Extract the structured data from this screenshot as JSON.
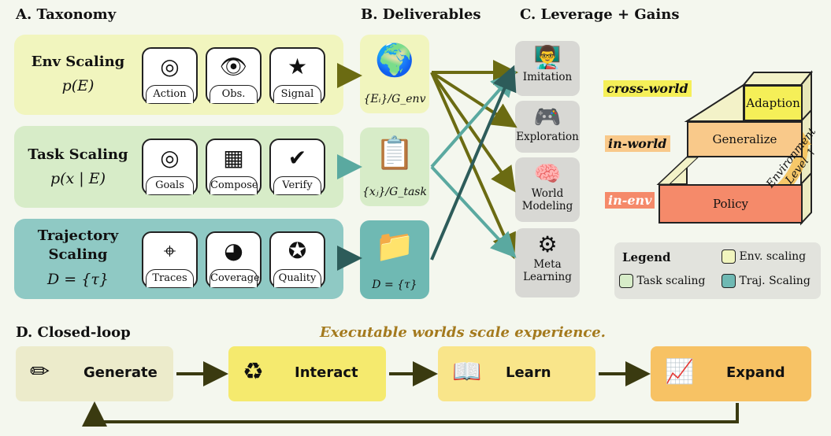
{
  "sections": {
    "a": "A. Taxonomy",
    "b": "B. Deliverables",
    "c": "C. Leverage + Gains",
    "d": "D. Closed-loop"
  },
  "rows": [
    {
      "label": "Env Scaling",
      "formula": "p(E)",
      "tiles": [
        {
          "label": "Action",
          "icon": "target-cursor-icon",
          "glyph": "◎"
        },
        {
          "label": "Obs.",
          "icon": "eye-icon",
          "glyph": "👁"
        },
        {
          "label": "Signal",
          "icon": "rating-message-icon",
          "glyph": "★"
        }
      ]
    },
    {
      "label": "Task Scaling",
      "formula": "p(x | E)",
      "tiles": [
        {
          "label": "Goals",
          "icon": "goal-target-icon",
          "glyph": "◎"
        },
        {
          "label": "Compose",
          "icon": "puzzle-icon",
          "glyph": "▦"
        },
        {
          "label": "Verify",
          "icon": "verified-badge-icon",
          "glyph": "✔"
        }
      ]
    },
    {
      "label": "Trajectory Scaling",
      "label_line1": "Trajectory",
      "label_line2": "Scaling",
      "formula": "D = {τ}",
      "tiles": [
        {
          "label": "Traces",
          "icon": "route-pin-icon",
          "glyph": "⌖"
        },
        {
          "label": "Coverage",
          "icon": "pie-chart-icon",
          "glyph": "◕"
        },
        {
          "label": "Quality",
          "icon": "award-ribbon-icon",
          "glyph": "✪"
        }
      ]
    }
  ],
  "deliverables": [
    {
      "formula": "{Eᵢ}/G_env",
      "icon": "globe-icon",
      "glyph": "🌍",
      "color": "#f1f5be"
    },
    {
      "formula": "{xⱼ}/G_task",
      "icon": "checklist-icon",
      "glyph": "📋",
      "color": "#d7ecc8"
    },
    {
      "formula": "D = {τ}",
      "icon": "folders-icon",
      "glyph": "📁",
      "color": "#6fb9b3"
    }
  ],
  "leverage": [
    {
      "label": "Imitation",
      "icon": "teacher-icon",
      "glyph": "👨‍🏫"
    },
    {
      "label": "Exploration",
      "icon": "gamepad-icon",
      "glyph": "🎮"
    },
    {
      "label": "World Modeling",
      "label_line1": "World",
      "label_line2": "Modeling",
      "icon": "brain-icon",
      "glyph": "🧠"
    },
    {
      "label": "Meta Learning",
      "label_line1": "Meta",
      "label_line2": "Learning",
      "icon": "gear-check-icon",
      "glyph": "⚙"
    }
  ],
  "levels": [
    {
      "label": "cross-world",
      "step": "Adaption",
      "color": "#f5ef58",
      "tag_bg": "#f5ef58"
    },
    {
      "label": "in-world",
      "step": "Generalize",
      "color": "#f9c98a",
      "tag_bg": "#f9c98a"
    },
    {
      "label": "in-env",
      "step": "Policy",
      "color": "#f58a6a",
      "tag_bg": "#f58a6a"
    }
  ],
  "axis_label_line1": "Environment",
  "axis_label_line2": "Level ↑",
  "legend": {
    "title": "Legend",
    "items": [
      {
        "label": "Env. scaling",
        "color": "#f1f5be"
      },
      {
        "label": "Task scaling",
        "color": "#d7ecc8"
      },
      {
        "label": "Traj. Scaling",
        "color": "#6fb9b3"
      }
    ]
  },
  "tagline": "Executable worlds scale experience.",
  "loop": [
    {
      "label": "Generate",
      "icon": "pencil-gear-icon",
      "glyph": "✏",
      "color": "#ecebcb"
    },
    {
      "label": "Interact",
      "icon": "cycle-people-icon",
      "glyph": "♻",
      "color": "#f5ea6e"
    },
    {
      "label": "Learn",
      "icon": "book-bulb-icon",
      "glyph": "📖",
      "color": "#f9e58a"
    },
    {
      "label": "Expand",
      "icon": "growth-chart-icon",
      "glyph": "📈",
      "color": "#f7c264"
    }
  ],
  "colors": {
    "arrow_dark": "#6b6b12",
    "arrow_teal": "#5aa9a0",
    "arrow_slate": "#2d5c5a"
  }
}
